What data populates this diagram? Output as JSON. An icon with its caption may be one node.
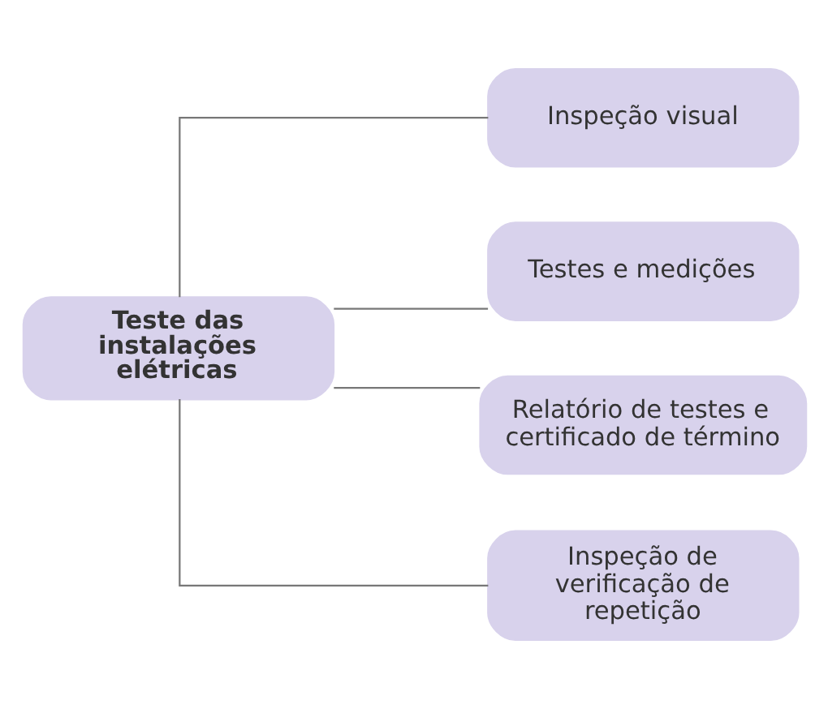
{
  "diagram": {
    "nodes": [
      {
        "text": [
          "Teste das instalações elétricas"
        ]
      },
      {
        "text": [
          "Inspeção visual"
        ]
      },
      {
        "text": [
          "Testes e medições"
        ]
      },
      {
        "text": [
          "Relatório de testes e certificado de término"
        ]
      },
      {
        "text": [
          "Inspeção de verificação de repetição"
        ]
      }
    ],
    "edges": [
      {
        "from": 0,
        "to": 1,
        "arrow": "none"
      },
      {
        "from": 0,
        "to": 2,
        "arrow": "none"
      },
      {
        "from": 0,
        "to": 3,
        "arrow": "none"
      },
      {
        "from": 0,
        "to": 4,
        "arrow": "none"
      }
    ]
  }
}
